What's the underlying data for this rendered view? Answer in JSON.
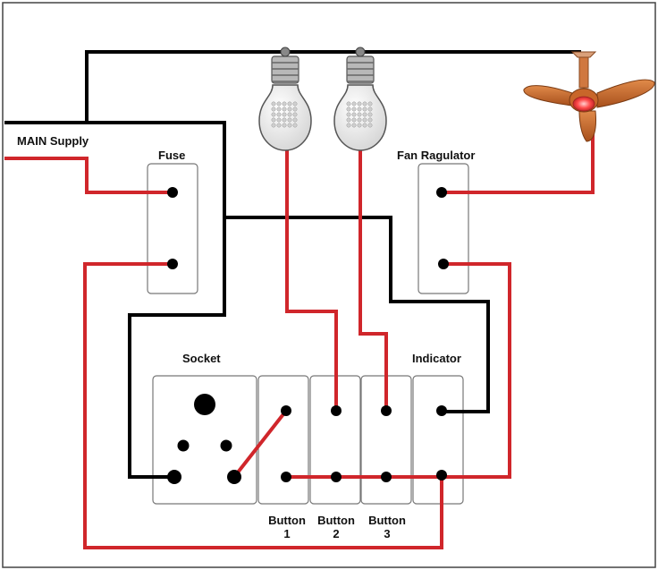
{
  "labels": {
    "main_supply": "MAIN Supply",
    "fuse": "Fuse",
    "fan_regulator": "Fan Ragulator",
    "socket": "Socket",
    "indicator": "Indicator",
    "button1_line1": "Button",
    "button1_line2": "1",
    "button2_line1": "Button",
    "button2_line2": "2",
    "button3_line1": "Button",
    "button3_line2": "3"
  },
  "colors": {
    "neutral_wire": "#000000",
    "live_wire": "#d0262b",
    "terminal": "#000000",
    "board_border": "#777777",
    "fan_blade": "#c8662a",
    "fan_light": "#ff4a4a"
  },
  "icons": {
    "bulb_1": "light-bulb-icon",
    "bulb_2": "light-bulb-icon",
    "fan": "ceiling-fan-icon"
  }
}
